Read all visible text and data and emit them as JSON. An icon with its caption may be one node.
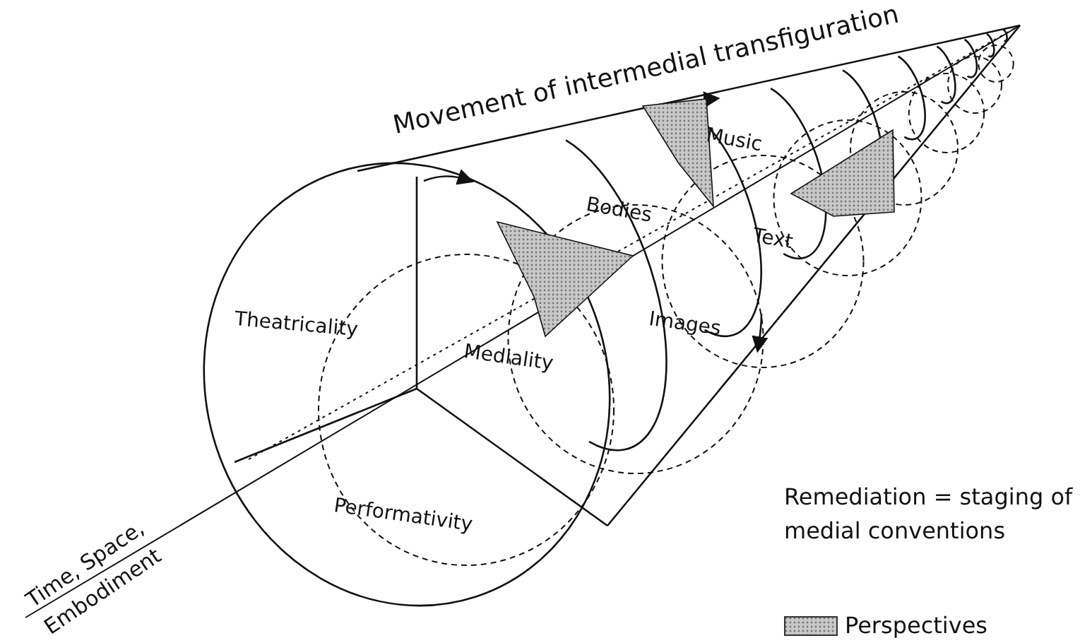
{
  "diagram": {
    "labels": [
      "Movement of intermedial transfiguration",
      "Music",
      "Bodies",
      "Text",
      "Theatricality",
      "Images",
      "Mediality",
      "Performativity",
      "Time, Space, Embodiment",
      "Remediation = staging of medial conventions"
    ],
    "legend": [
      {
        "text": "Perspectives"
      }
    ]
  }
}
